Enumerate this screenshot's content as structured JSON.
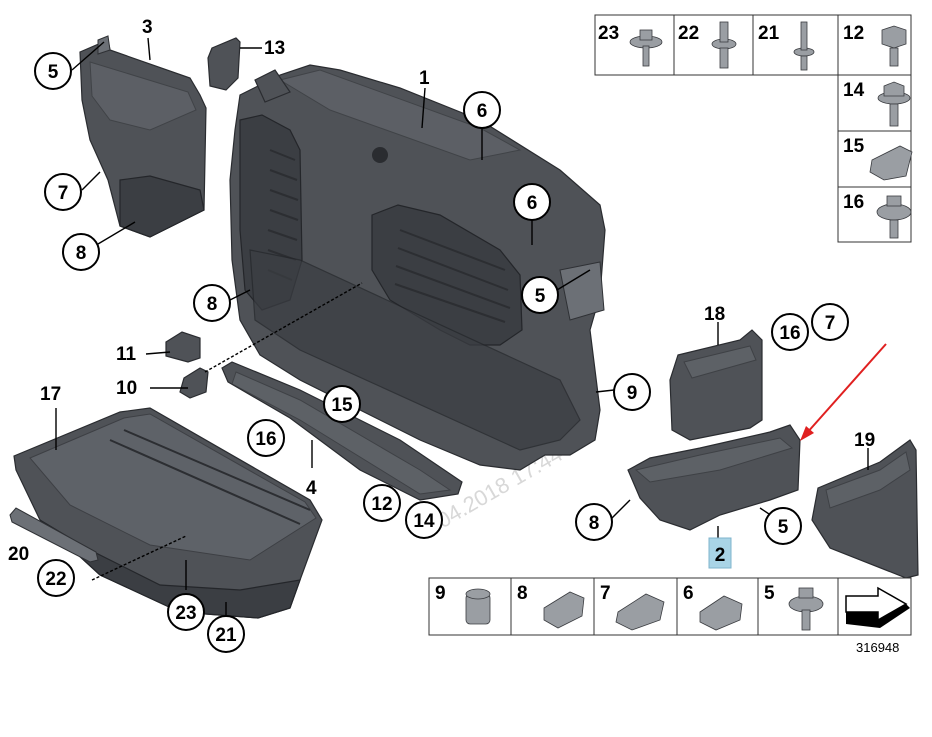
{
  "labels": {
    "main_frame": "1",
    "highlight_part": "2",
    "top_left_duct": "3",
    "upper_strip": "4",
    "lower_panel": "17",
    "bracket_11": "11",
    "bracket_10": "10",
    "cover_13": "13",
    "right_duct": "18",
    "side_guide": "19",
    "strip_20": "20"
  },
  "callouts": {
    "c5a": "5",
    "c7a": "7",
    "c8a": "8",
    "c6a": "6",
    "c6b": "6",
    "c5b": "5",
    "c8b": "8",
    "c9": "9",
    "c15": "15",
    "c16a": "16",
    "c12": "12",
    "c14": "14",
    "c16b": "16",
    "c7b": "7",
    "c8c": "8",
    "c5c": "5",
    "c22": "22",
    "c23": "23",
    "c21": "21"
  },
  "fastener_table_top": [
    {
      "num": "23",
      "icon": "flange-screw-icon"
    },
    {
      "num": "22",
      "icon": "expansion-rivet-icon"
    },
    {
      "num": "21",
      "icon": "push-rivet-icon"
    },
    {
      "num": "12",
      "icon": "hex-screw-icon"
    }
  ],
  "fastener_table_right": [
    {
      "num": "14",
      "icon": "flange-bolt-icon"
    },
    {
      "num": "15",
      "icon": "spring-clip-icon"
    },
    {
      "num": "16",
      "icon": "collar-screw-icon"
    }
  ],
  "fastener_table_bottom": [
    {
      "num": "9",
      "icon": "grommet-nut-icon"
    },
    {
      "num": "8",
      "icon": "clip-nut-icon"
    },
    {
      "num": "7",
      "icon": "sheet-clip-nut-icon"
    },
    {
      "num": "6",
      "icon": "cage-nut-icon"
    },
    {
      "num": "5",
      "icon": "collar-screw-icon"
    }
  ],
  "diagram_number": "316948",
  "watermark": "2.04.2018 17:44",
  "colors": {
    "highlight_box": "#a9d4e6",
    "arrow": "#e02020"
  }
}
